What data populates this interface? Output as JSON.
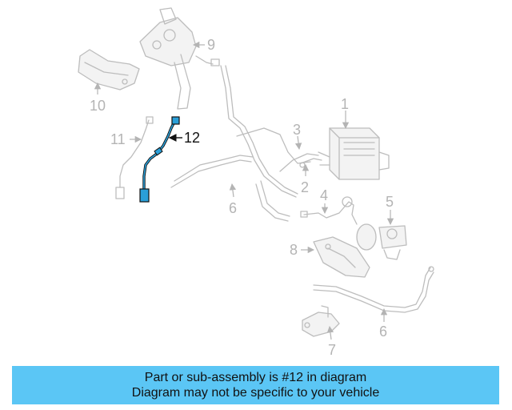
{
  "callouts": {
    "c1": "1",
    "c2": "2",
    "c3": "3",
    "c4": "4",
    "c5": "5",
    "c6a": "6",
    "c6b": "6",
    "c7": "7",
    "c8": "8",
    "c9": "9",
    "c10": "10",
    "c11": "11",
    "c12": "12"
  },
  "banner": {
    "line1": "Part or sub-assembly is #12 in diagram",
    "line2": "Diagram may not be specific to your vehicle"
  },
  "colors": {
    "banner_bg": "#5bc6f5",
    "highlight_part": "#2a9fd8",
    "ghost_part": "#bdbdbd"
  },
  "highlighted_part": "12"
}
